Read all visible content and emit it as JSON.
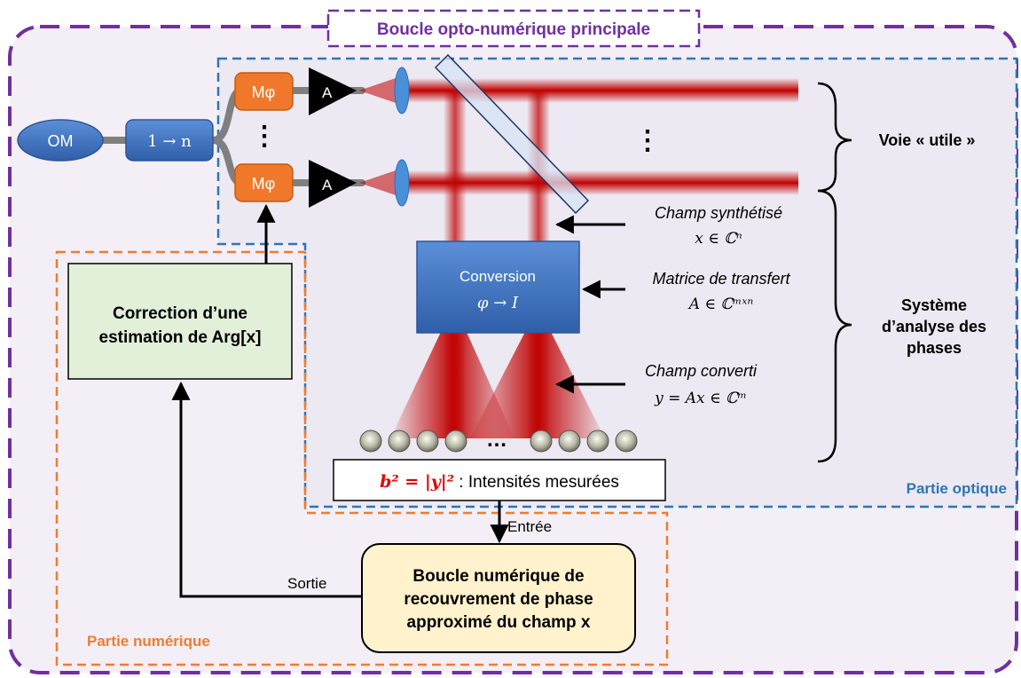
{
  "main_loop": {
    "title": "Boucle opto-numérique principale",
    "color": "#7030a0"
  },
  "optical_part": {
    "label": "Partie optique",
    "color": "#2e75b6"
  },
  "numeric_part": {
    "label": "Partie numérique",
    "color": "#ed7d31"
  },
  "source": {
    "label": "OM"
  },
  "splitter": {
    "label": "1 → n"
  },
  "modulators": [
    {
      "label": "Mφ"
    },
    {
      "label": "Mφ"
    }
  ],
  "amplifiers": [
    {
      "label": "A"
    },
    {
      "label": "A"
    }
  ],
  "ellipsis": "⋮",
  "detector_ellipsis": "…",
  "conversion": {
    "line1": "Conversion",
    "line2": "φ → I"
  },
  "annotations": {
    "synth": {
      "line1": "Champ synthétisé",
      "line2": "x ∈ ℂⁿ"
    },
    "transfer": {
      "line1": "Matrice de transfert",
      "line2": "A ∈ ℂᵐˣⁿ"
    },
    "converted": {
      "line1": "Champ converti",
      "line2": "y = Ax ∈ ℂᵐ"
    }
  },
  "useful_path": {
    "label": "Voie « utile »"
  },
  "analysis_system": {
    "line1": "Système",
    "line2": "d’analyse des",
    "line3": "phases"
  },
  "intensities": {
    "math": "b² = |y|²",
    "text": " : Intensités mesurées"
  },
  "correction": {
    "line1": "Correction d’une",
    "line2": "estimation de Arg[x]"
  },
  "numeric_loop": {
    "line1": "Boucle numérique de",
    "line2": "recouvrement de phase",
    "line3": "approximé du champ x"
  },
  "input_label": "Entrée",
  "output_label": "Sortie",
  "colors": {
    "beam": "#c00000",
    "blue_box": "#4472c4",
    "orange_box": "#ed7d31",
    "green_box": "#e2f0d9",
    "yellow_box": "#fff2cc",
    "intensity_red": "#e00000"
  }
}
